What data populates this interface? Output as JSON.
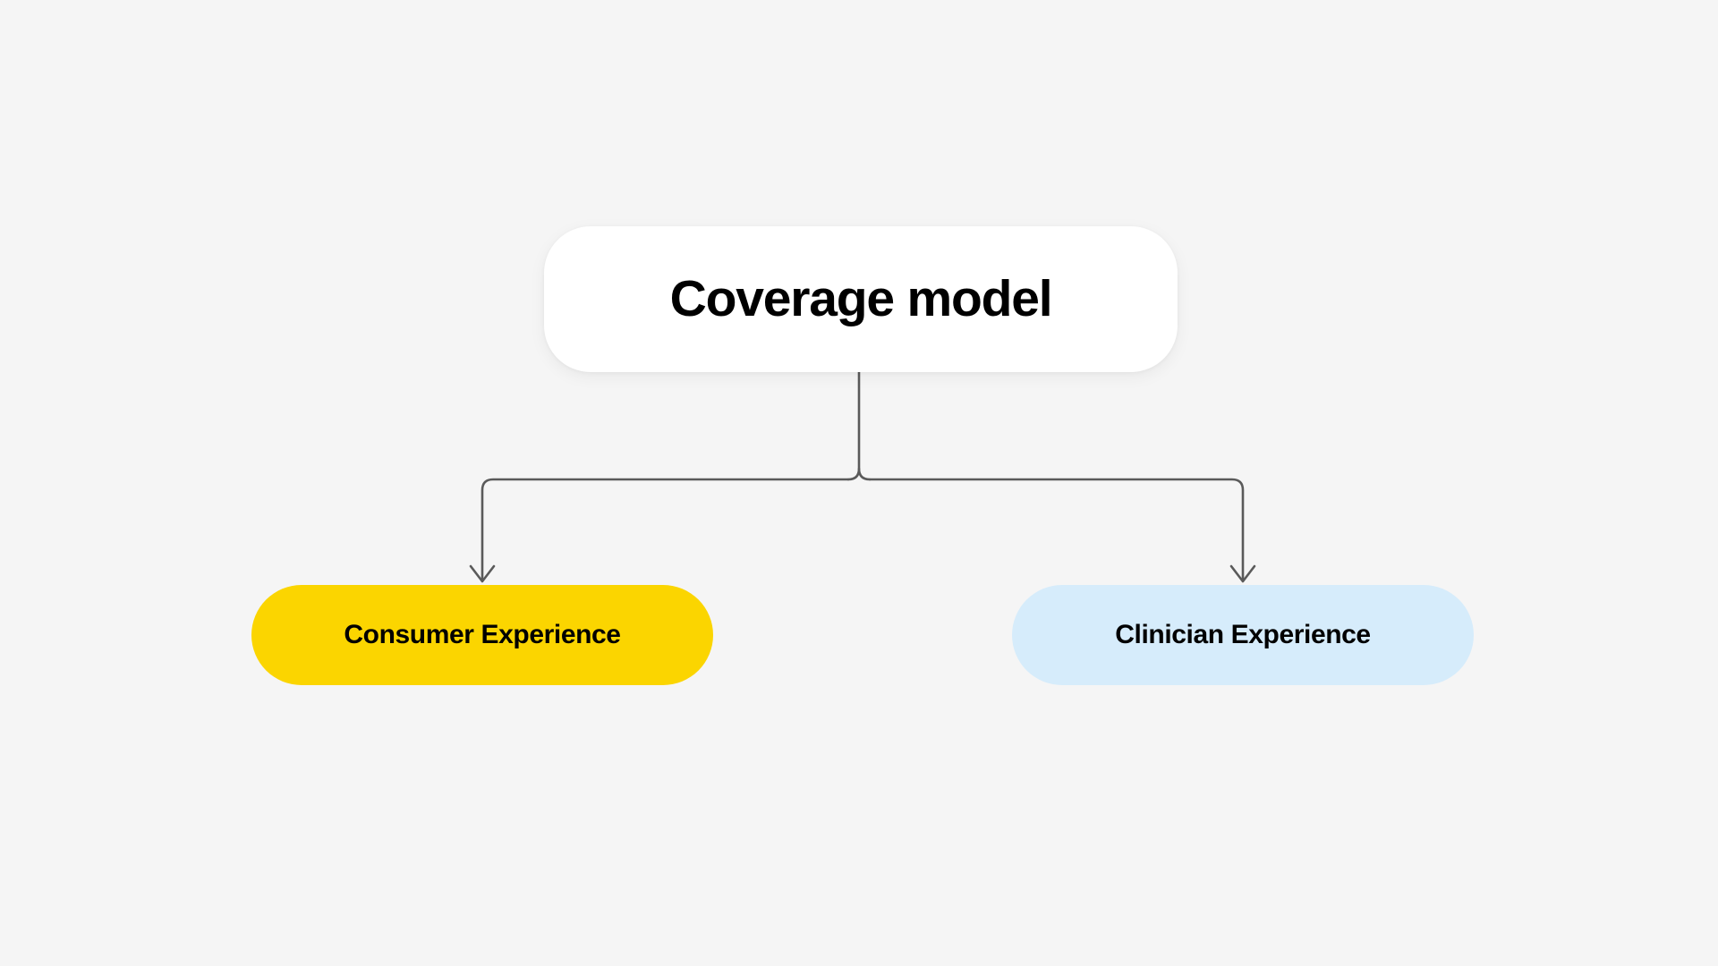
{
  "diagram": {
    "background_color": "#f5f5f5",
    "connector_color": "#5a5a5a",
    "root": {
      "label": "Coverage model",
      "fill_color": "#ffffff",
      "text_color": "#000000"
    },
    "children": [
      {
        "label": "Consumer Experience",
        "fill_color": "#fbd500",
        "text_color": "#000000",
        "arrow": "down-arrow-icon"
      },
      {
        "label": "Clinician Experience",
        "fill_color": "#d6ecfb",
        "text_color": "#000000",
        "arrow": "down-arrow-icon"
      }
    ]
  },
  "chart_data": {
    "type": "diagram",
    "title": "Coverage model",
    "layout": "tree",
    "orientation": "top-down",
    "nodes": [
      {
        "id": "root",
        "label": "Coverage model",
        "level": 0,
        "color": "#ffffff"
      },
      {
        "id": "consumer",
        "label": "Consumer Experience",
        "level": 1,
        "color": "#fbd500"
      },
      {
        "id": "clinician",
        "label": "Clinician Experience",
        "level": 1,
        "color": "#d6ecfb"
      }
    ],
    "edges": [
      {
        "from": "root",
        "to": "consumer",
        "style": "elbow",
        "arrowhead": true
      },
      {
        "from": "root",
        "to": "clinician",
        "style": "elbow",
        "arrowhead": true
      }
    ]
  }
}
